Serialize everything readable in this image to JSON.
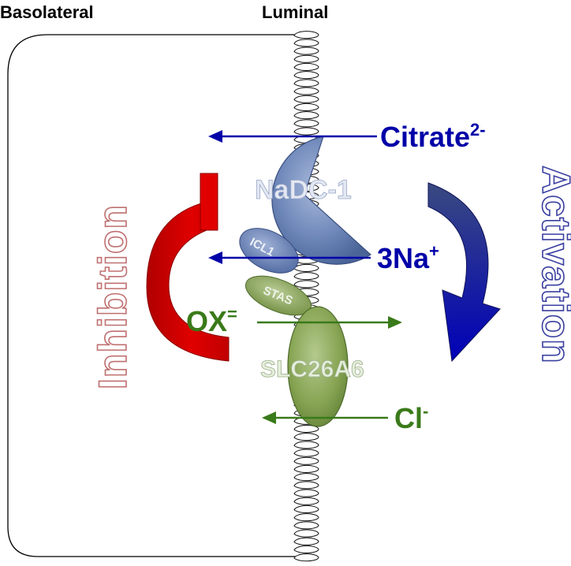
{
  "headers": {
    "left": "Basolateral",
    "center": "Luminal"
  },
  "proteins": {
    "nadc": "NaDC-1",
    "icl": "ICL1",
    "stas": "STAS",
    "slc": "SLC26A6"
  },
  "substrates": {
    "citrate": {
      "base": "Citrate",
      "sup": "2-"
    },
    "sodium": {
      "base": "3Na",
      "sup": "+"
    },
    "oxalate": {
      "base": "OX",
      "sup": "="
    },
    "chloride": {
      "base": "Cl",
      "sup": "-"
    }
  },
  "sides": {
    "activation": "Activation",
    "inhibition": "Inhibition"
  },
  "colors": {
    "blue": "#0000a8",
    "green": "#3a7a1a",
    "red": "#d00000",
    "nadc_fill": "#6d86b8",
    "slc_fill": "#7fa04a"
  }
}
